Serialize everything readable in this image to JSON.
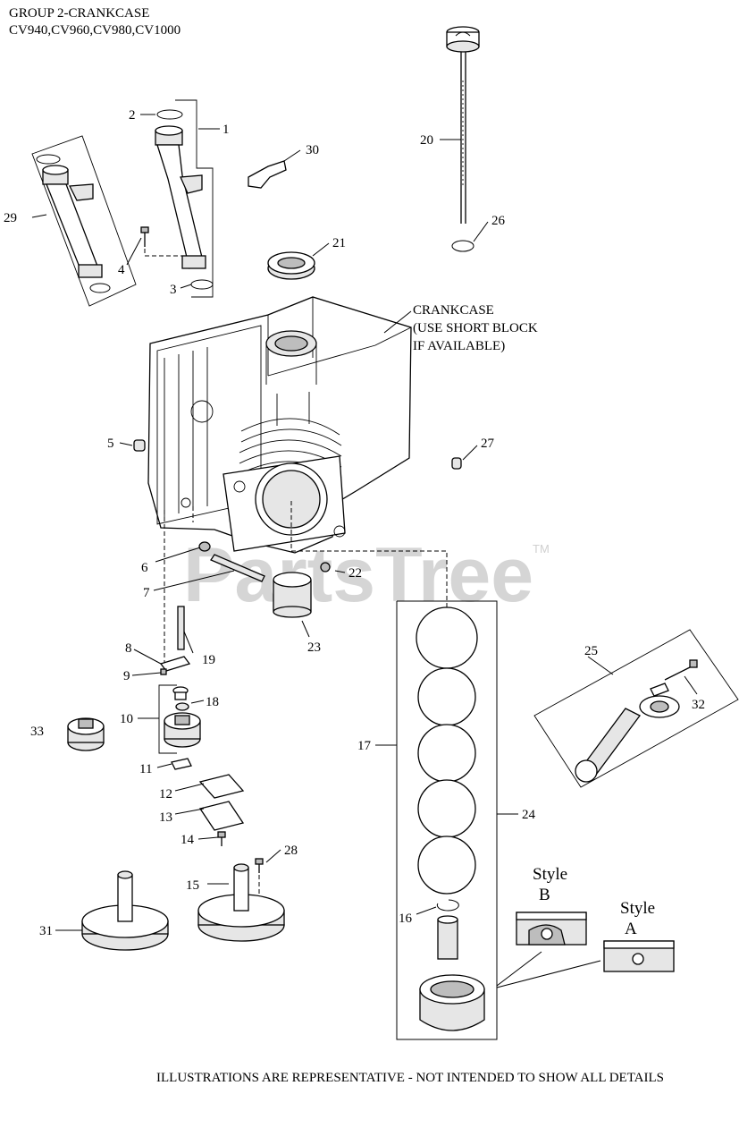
{
  "header": {
    "line1": "GROUP 2-CRANKCASE",
    "line2": "CV940,CV960,CV980,CV1000"
  },
  "crankcase_note": {
    "line1": "CRANKCASE",
    "line2": "(USE SHORT BLOCK",
    "line3": "IF AVAILABLE)"
  },
  "watermark": {
    "text": "PartsTree",
    "mark": "TM"
  },
  "style_labels": {
    "b_word": "Style",
    "b_letter": "B",
    "a_word": "Style",
    "a_letter": "A"
  },
  "callouts": {
    "c1": "1",
    "c2": "2",
    "c3a": "3",
    "c3b": "3",
    "c4": "4",
    "c5": "5",
    "c6": "6",
    "c7": "7",
    "c8": "8",
    "c9": "9",
    "c10": "10",
    "c11": "11",
    "c12": "12",
    "c13": "13",
    "c14": "14",
    "c15": "15",
    "c16": "16",
    "c17": "17",
    "c18": "18",
    "c19": "19",
    "c20": "20",
    "c21": "21",
    "c22": "22",
    "c23": "23",
    "c24": "24",
    "c25": "25",
    "c26": "26",
    "c27": "27",
    "c28": "28",
    "c29": "29",
    "c30": "30",
    "c31": "31",
    "c32": "32",
    "c33": "33"
  },
  "footer": "ILLUSTRATIONS ARE REPRESENTATIVE - NOT INTENDED TO SHOW ALL DETAILS"
}
